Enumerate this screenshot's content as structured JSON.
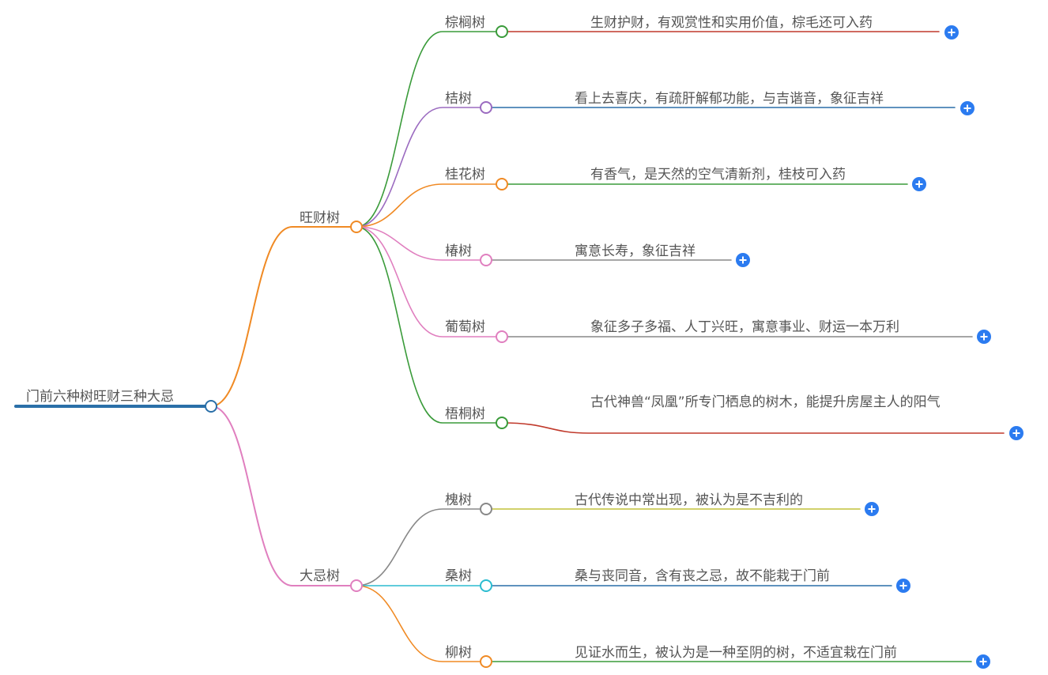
{
  "mindmap": {
    "root": {
      "label": "门前六种树旺财三种大忌",
      "color": "#2a6fa8"
    },
    "branches": [
      {
        "label": "旺财树",
        "color": "#f08a24",
        "children": [
          {
            "label": "棕榈树",
            "color": "#3a9b3a",
            "desc": "生财护财，有观赏性和实用价值，棕毛还可入药",
            "desc_color": "#c0392b"
          },
          {
            "label": "桔树",
            "color": "#9b6bc0",
            "desc": "看上去喜庆，有疏肝解郁功能，与吉谐音，象征吉祥",
            "desc_color": "#2a6fa8"
          },
          {
            "label": "桂花树",
            "color": "#f08a24",
            "desc": "有香气，是天然的空气清新剂，桂枝可入药",
            "desc_color": "#3a9b3a"
          },
          {
            "label": "椿树",
            "color": "#e07fbf",
            "desc": "寓意长寿，象征吉祥",
            "desc_color": "#888888"
          },
          {
            "label": "葡萄树",
            "color": "#e07fbf",
            "desc": "象征多子多福、人丁兴旺，寓意事业、财运一本万利",
            "desc_color": "#888888"
          },
          {
            "label": "梧桐树",
            "color": "#3a9b3a",
            "desc": "古代神兽“凤凰”所专门栖息的树木，能提升房屋主人的阳气",
            "desc_color": "#c0392b"
          }
        ]
      },
      {
        "label": "大忌树",
        "color": "#e07fbf",
        "children": [
          {
            "label": "槐树",
            "color": "#888888",
            "desc": "古代传说中常出现，被认为是不吉利的",
            "desc_color": "#c2c23a"
          },
          {
            "label": "桑树",
            "color": "#2bbcd0",
            "desc": "桑与丧同音，含有丧之忌，故不能栽于门前",
            "desc_color": "#2a6fa8"
          },
          {
            "label": "柳树",
            "color": "#f08a24",
            "desc": "见证水而生，被认为是一种至阴的树，不适宜栽在门前",
            "desc_color": "#3a9b3a"
          }
        ]
      }
    ],
    "expand_color": "#2b7bf0"
  }
}
